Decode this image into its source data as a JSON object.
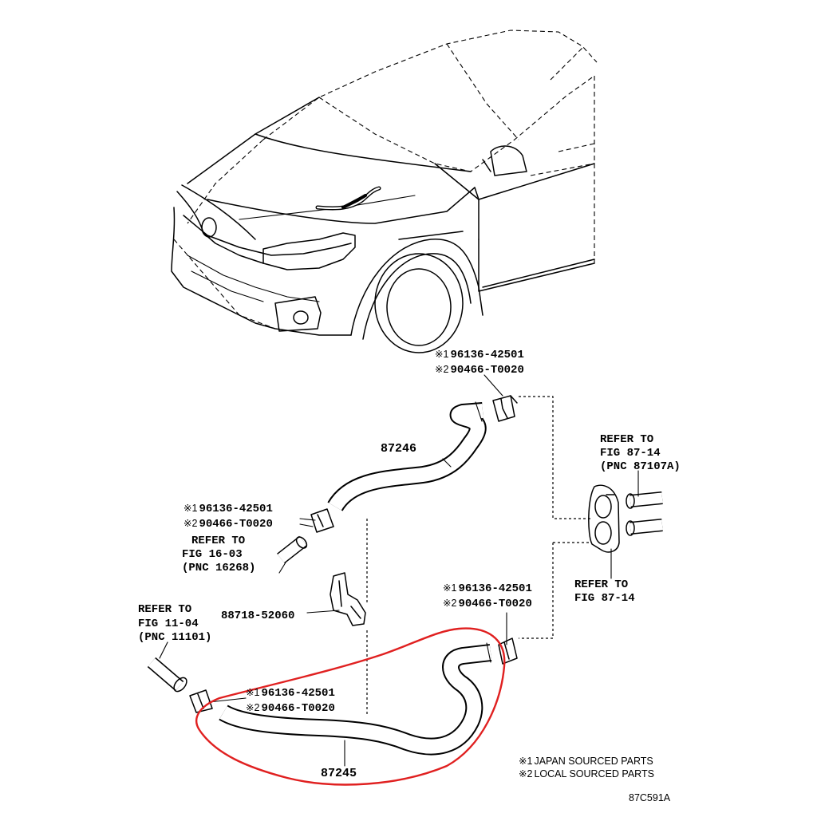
{
  "labels": {
    "top_clamp": {
      "l1_mark": "※1",
      "l1_num": "96136-42501",
      "l2_mark": "※2",
      "l2_num": "90466-T0020"
    },
    "hose_upper": "87246",
    "mid_left_clamp": {
      "l1_mark": "※1",
      "l1_num": "96136-42501",
      "l2_mark": "※2",
      "l2_num": "90466-T0020"
    },
    "refer_fig_16_03": {
      "l1": "REFER TO",
      "l2": "FIG 16-03",
      "l3": "(PNC 16268)"
    },
    "bracket": "88718-52060",
    "refer_fig_11_04": {
      "l1": "REFER TO",
      "l2": "FIG 11-04",
      "l3": "(PNC 11101)"
    },
    "lower_left_clamp": {
      "l1_mark": "※1",
      "l1_num": "96136-42501",
      "l2_mark": "※2",
      "l2_num": "90466-T0020"
    },
    "hose_lower": "87245",
    "right_clamp": {
      "l1_mark": "※1",
      "l1_num": "96136-42501",
      "l2_mark": "※2",
      "l2_num": "90466-T0020"
    },
    "refer_fig_87_14_top": {
      "l1": "REFER TO",
      "l2": "FIG 87-14",
      "l3": "(PNC 87107A)"
    },
    "refer_fig_87_14_bottom": {
      "l1": "REFER TO",
      "l2": "FIG 87-14"
    }
  },
  "legend": {
    "l1_mark": "※1",
    "l1_text": "JAPAN SOURCED PARTS",
    "l2_mark": "※2",
    "l2_text": "LOCAL SOURCED PARTS"
  },
  "figure_id": "87C591A",
  "colors": {
    "ink": "#000000",
    "highlight": "#e02020",
    "background": "#ffffff"
  }
}
